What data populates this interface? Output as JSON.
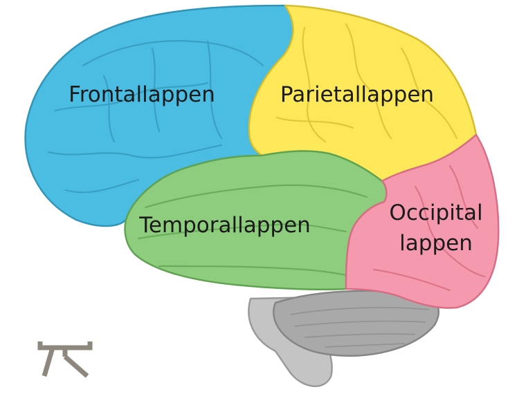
{
  "diagram": {
    "labels": {
      "frontal": "Frontallappen",
      "parietal": "Parietallappen",
      "temporal": "Temporallappen",
      "occipital_line1": "Occipital",
      "occipital_line2": "lappen"
    },
    "colors": {
      "frontal": "#4cbde2",
      "parietal": "#fde85a",
      "temporal": "#8ecd7e",
      "occipital": "#f59aae",
      "cerebellum": "#a9a9a9",
      "brainstem": "#c4c4c4",
      "logo": "#8d877e"
    },
    "logo_icon": "bracket-logo-icon"
  }
}
